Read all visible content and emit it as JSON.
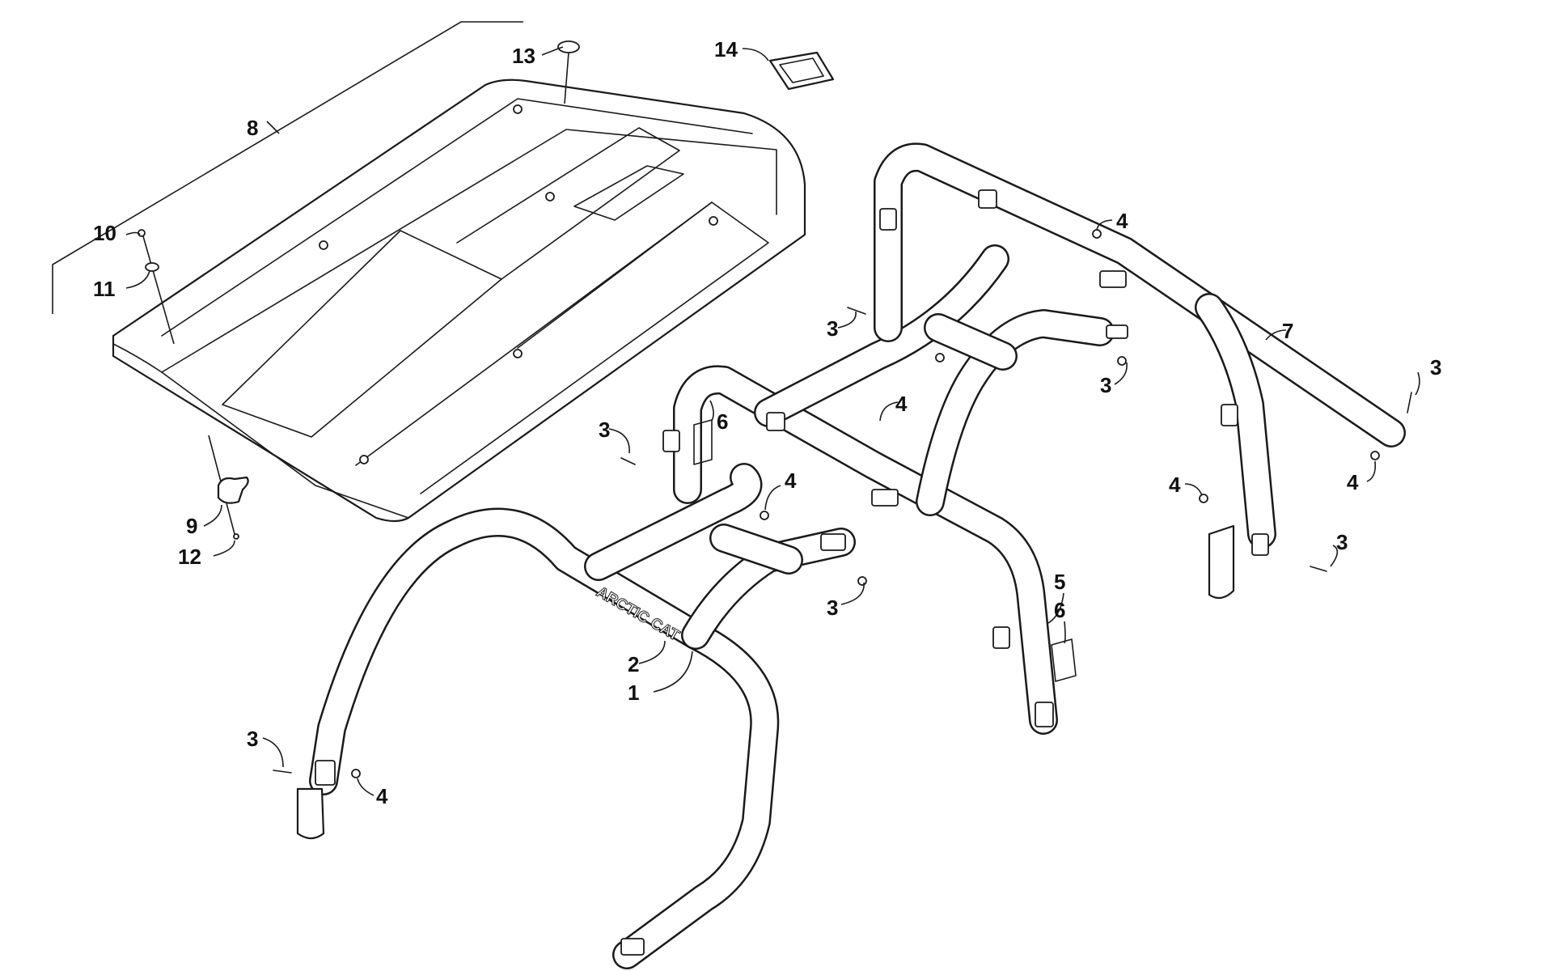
{
  "diagram": {
    "brand_text": "ARCTIC CAT",
    "callouts": [
      {
        "id": "c1",
        "label": "1"
      },
      {
        "id": "c2",
        "label": "2"
      },
      {
        "id": "c3a",
        "label": "3"
      },
      {
        "id": "c3b",
        "label": "3"
      },
      {
        "id": "c3c",
        "label": "3"
      },
      {
        "id": "c3d",
        "label": "3"
      },
      {
        "id": "c3e",
        "label": "3"
      },
      {
        "id": "c3f",
        "label": "3"
      },
      {
        "id": "c3g",
        "label": "3"
      },
      {
        "id": "c4a",
        "label": "4"
      },
      {
        "id": "c4b",
        "label": "4"
      },
      {
        "id": "c4c",
        "label": "4"
      },
      {
        "id": "c4d",
        "label": "4"
      },
      {
        "id": "c4e",
        "label": "4"
      },
      {
        "id": "c4f",
        "label": "4"
      },
      {
        "id": "c5",
        "label": "5"
      },
      {
        "id": "c6a",
        "label": "6"
      },
      {
        "id": "c6b",
        "label": "6"
      },
      {
        "id": "c7",
        "label": "7"
      },
      {
        "id": "c8",
        "label": "8"
      },
      {
        "id": "c9",
        "label": "9"
      },
      {
        "id": "c10",
        "label": "10"
      },
      {
        "id": "c11",
        "label": "11"
      },
      {
        "id": "c12",
        "label": "12"
      },
      {
        "id": "c13",
        "label": "13"
      },
      {
        "id": "c14",
        "label": "14"
      }
    ]
  }
}
